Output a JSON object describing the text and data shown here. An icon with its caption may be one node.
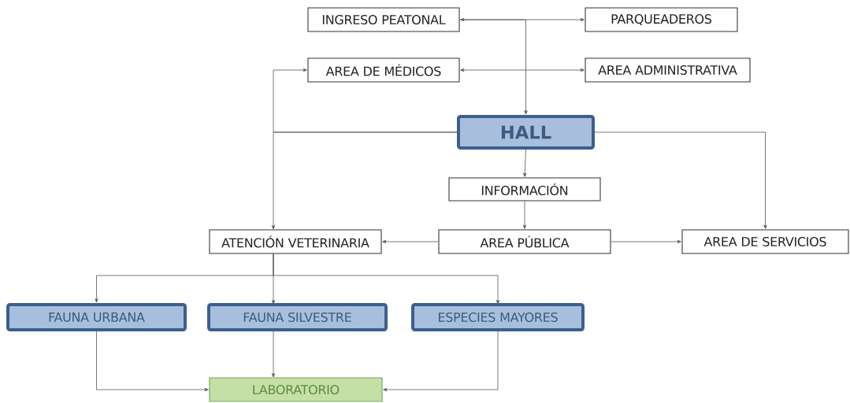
{
  "diagram": {
    "nodes": [
      {
        "text": [
          "INGRESO PEATONAL"
        ]
      },
      {
        "text": [
          "PARQUEADEROS"
        ]
      },
      {
        "text": [
          "AREA DE MÉDICOS"
        ]
      },
      {
        "text": [
          "AREA ADMINISTRATIVA"
        ]
      },
      {
        "text": [
          "HALL"
        ]
      },
      {
        "text": [
          "INFORMACIÓN"
        ]
      },
      {
        "text": [
          "AREA PÚBLICA"
        ]
      },
      {
        "text": [
          "ATENCIÓN VETERINARIA"
        ]
      },
      {
        "text": [
          "AREA DE SERVICIOS"
        ]
      },
      {
        "text": [
          "FAUNA URBANA"
        ]
      },
      {
        "text": [
          "FAUNA SILVESTRE"
        ]
      },
      {
        "text": [
          "ESPECIES MAYORES"
        ]
      },
      {
        "text": [
          "LABORATORIO"
        ]
      }
    ],
    "edges": [
      {
        "from": 0,
        "to": 1,
        "arrow": "both"
      },
      {
        "from": 2,
        "to": 3,
        "arrow": "both"
      },
      {
        "from": 0,
        "to": 4,
        "arrow": "to"
      },
      {
        "from": 4,
        "to": 2,
        "arrow": "to"
      },
      {
        "from": 4,
        "to": 7,
        "arrow": "to"
      },
      {
        "from": 4,
        "to": 8,
        "arrow": "to"
      },
      {
        "from": 4,
        "to": 5,
        "arrow": "to"
      },
      {
        "from": 5,
        "to": 6,
        "arrow": "to"
      },
      {
        "from": 6,
        "to": 7,
        "arrow": "to"
      },
      {
        "from": 6,
        "to": 8,
        "arrow": "to"
      },
      {
        "from": 7,
        "to": 9,
        "arrow": "to"
      },
      {
        "from": 7,
        "to": 10,
        "arrow": "to"
      },
      {
        "from": 7,
        "to": 11,
        "arrow": "to"
      },
      {
        "from": 9,
        "to": 12,
        "arrow": "to"
      },
      {
        "from": 10,
        "to": 12,
        "arrow": "to"
      },
      {
        "from": 11,
        "to": 12,
        "arrow": "to"
      }
    ]
  }
}
